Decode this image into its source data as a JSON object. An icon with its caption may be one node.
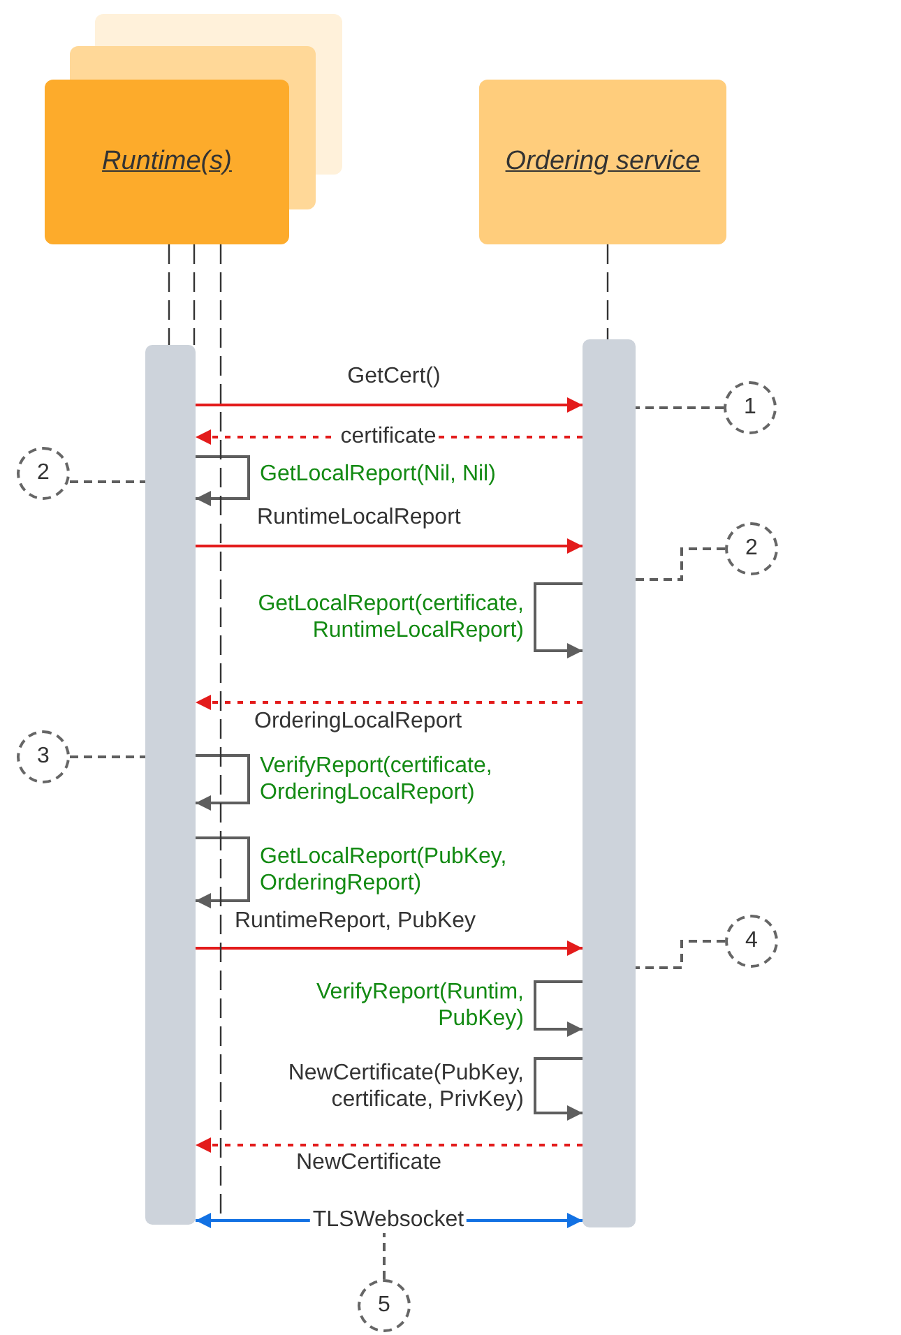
{
  "diagram": {
    "nodes": [
      {
        "text": [
          "Runtime(s)"
        ]
      },
      {
        "text": [
          "Ordering service"
        ]
      },
      {
        "text": [],
        "shape": "bar"
      },
      {
        "text": [],
        "shape": "bar"
      },
      {
        "text": [
          "1"
        ]
      },
      {
        "text": [
          "2"
        ]
      },
      {
        "text": [
          "2"
        ]
      },
      {
        "text": [
          "3"
        ]
      },
      {
        "text": [
          "4"
        ]
      },
      {
        "text": [
          "5"
        ]
      }
    ],
    "edges": [
      {
        "from": 0,
        "to": 2,
        "arrow": "none",
        "style": "dashed",
        "color": "#333333"
      },
      {
        "from": 1,
        "to": 3,
        "arrow": "none",
        "style": "dashed",
        "color": "#333333"
      },
      {
        "from": 2,
        "to": 3,
        "arrow": "to",
        "label": "GetCert()",
        "color": "#e31b1b"
      },
      {
        "from": 3,
        "to": 2,
        "arrow": "to",
        "label": "certificate",
        "style": "dashed",
        "color": "#e31b1b"
      },
      {
        "from": 2,
        "to": 2,
        "arrow": "to",
        "label": "GetLocalReport(Nil, Nil)"
      },
      {
        "from": 2,
        "to": 3,
        "arrow": "to",
        "label": "RuntimeLocalReport",
        "color": "#e31b1b"
      },
      {
        "from": 3,
        "to": 3,
        "arrow": "to",
        "label": "GetLocalReport(certificate, RuntimeLocalReport)"
      },
      {
        "from": 3,
        "to": 2,
        "arrow": "to",
        "label": "OrderingLocalReport",
        "style": "dashed",
        "color": "#e31b1b"
      },
      {
        "from": 2,
        "to": 2,
        "arrow": "to",
        "label": "VerifyReport(certificate, OrderingLocalReport)"
      },
      {
        "from": 2,
        "to": 2,
        "arrow": "to",
        "label": "GetLocalReport(PubKey, OrderingReport)"
      },
      {
        "from": 2,
        "to": 3,
        "arrow": "to",
        "label": "RuntimeReport, PubKey",
        "color": "#e31b1b"
      },
      {
        "from": 3,
        "to": 3,
        "arrow": "to",
        "label": "VerifyReport(Runtim, PubKey)"
      },
      {
        "from": 3,
        "to": 3,
        "arrow": "to",
        "label": "NewCertificate(PubKey, certificate, PrivKey)"
      },
      {
        "from": 3,
        "to": 2,
        "arrow": "to",
        "label": "NewCertificate",
        "style": "dashed",
        "color": "#e31b1b"
      },
      {
        "from": 2,
        "to": 3,
        "arrow": "both",
        "label": "TLSWebsocket",
        "color": "#1271e3"
      },
      {
        "from": 4,
        "to": 3,
        "arrow": "none",
        "style": "dashed"
      },
      {
        "from": 5,
        "to": 2,
        "arrow": "none",
        "style": "dashed"
      },
      {
        "from": 6,
        "to": 3,
        "arrow": "none",
        "style": "dashed"
      },
      {
        "from": 7,
        "to": 2,
        "arrow": "none",
        "style": "dashed"
      },
      {
        "from": 8,
        "to": 3,
        "arrow": "none",
        "style": "dashed"
      },
      {
        "from": 9,
        "to": null,
        "arrow": "none",
        "style": "dashed"
      },
      {
        "from": 0,
        "to": 2,
        "arrow": "none",
        "style": "dashed",
        "color": "#333333"
      },
      {
        "from": 0,
        "to": null,
        "arrow": "none",
        "style": "dashed",
        "color": "#333333"
      }
    ]
  }
}
